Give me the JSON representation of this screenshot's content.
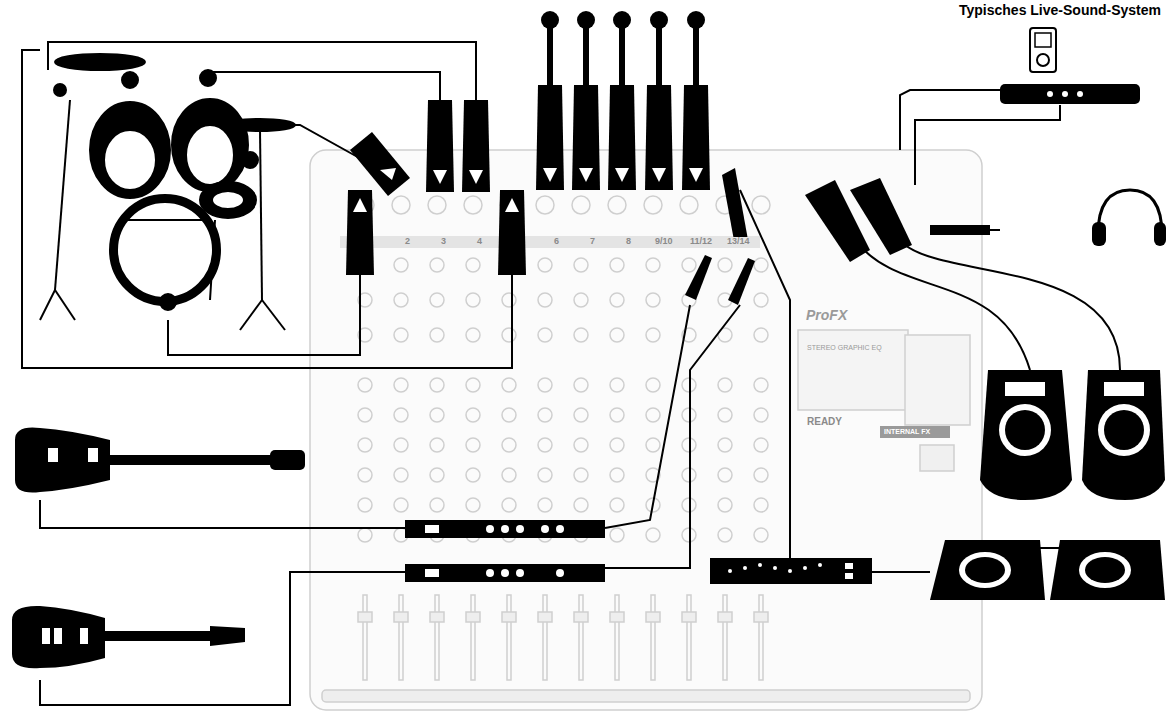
{
  "diagram": {
    "title": "Typisches Live-Sound-System",
    "labels": [
      "2",
      "3",
      "4",
      "6",
      "7",
      "8",
      "9/10",
      "11/12",
      "13/14",
      "ProFX",
      "STEREO GRAPHIC EQ",
      "READY",
      "INTERNAL FX"
    ]
  }
}
